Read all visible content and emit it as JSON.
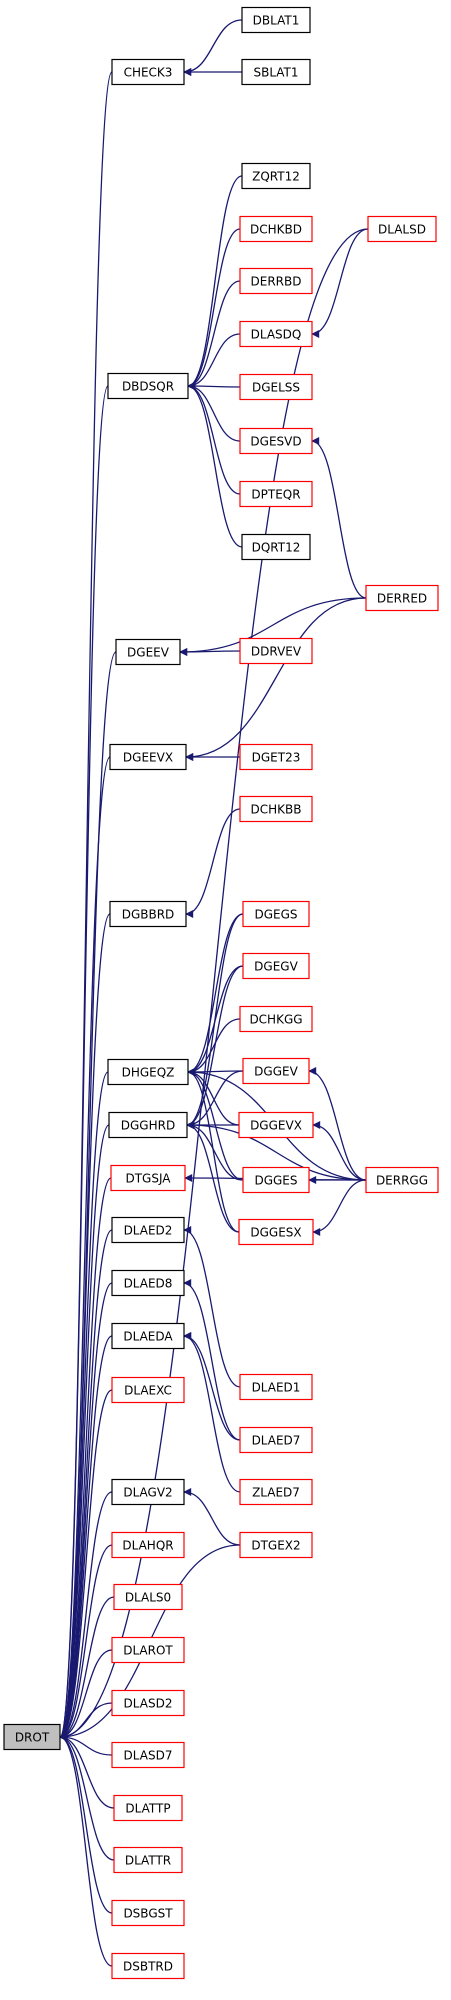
{
  "colors": {
    "edge": "#191970",
    "arrow": "#191970",
    "documented_border": "#000000",
    "undocumented_border": "#ff0000",
    "root_fill": "#bfbfbf"
  },
  "nodes": [
    {
      "id": "DROT",
      "label": "DROT",
      "style": "root"
    },
    {
      "id": "CHECK3",
      "label": "CHECK3",
      "style": "documented"
    },
    {
      "id": "DBLAT1",
      "label": "DBLAT1",
      "style": "documented"
    },
    {
      "id": "SBLAT1",
      "label": "SBLAT1",
      "style": "documented"
    },
    {
      "id": "ZQRT12",
      "label": "ZQRT12",
      "style": "documented"
    },
    {
      "id": "DCHKBD",
      "label": "DCHKBD",
      "style": "undocumented"
    },
    {
      "id": "DLALSD",
      "label": "DLALSD",
      "style": "undocumented"
    },
    {
      "id": "DERRBD",
      "label": "DERRBD",
      "style": "undocumented"
    },
    {
      "id": "DLASDQ",
      "label": "DLASDQ",
      "style": "undocumented"
    },
    {
      "id": "DBDSQR",
      "label": "DBDSQR",
      "style": "documented"
    },
    {
      "id": "DGELSS",
      "label": "DGELSS",
      "style": "undocumented"
    },
    {
      "id": "DGESVD",
      "label": "DGESVD",
      "style": "undocumented"
    },
    {
      "id": "DPTEQR",
      "label": "DPTEQR",
      "style": "undocumented"
    },
    {
      "id": "DQRT12",
      "label": "DQRT12",
      "style": "documented"
    },
    {
      "id": "DERRED",
      "label": "DERRED",
      "style": "undocumented"
    },
    {
      "id": "DGEEV",
      "label": "DGEEV",
      "style": "documented"
    },
    {
      "id": "DDRVEV",
      "label": "DDRVEV",
      "style": "undocumented"
    },
    {
      "id": "DGEEVX",
      "label": "DGEEVX",
      "style": "documented"
    },
    {
      "id": "DGET23",
      "label": "DGET23",
      "style": "undocumented"
    },
    {
      "id": "DCHKBB",
      "label": "DCHKBB",
      "style": "undocumented"
    },
    {
      "id": "DGBBRD",
      "label": "DGBBRD",
      "style": "documented"
    },
    {
      "id": "DGEGS",
      "label": "DGEGS",
      "style": "undocumented"
    },
    {
      "id": "DGEGV",
      "label": "DGEGV",
      "style": "undocumented"
    },
    {
      "id": "DCHKGG",
      "label": "DCHKGG",
      "style": "undocumented"
    },
    {
      "id": "DHGEQZ",
      "label": "DHGEQZ",
      "style": "documented"
    },
    {
      "id": "DGGEV",
      "label": "DGGEV",
      "style": "undocumented"
    },
    {
      "id": "DGGHRD",
      "label": "DGGHRD",
      "style": "documented"
    },
    {
      "id": "DGGEVX",
      "label": "DGGEVX",
      "style": "undocumented"
    },
    {
      "id": "DTGSJA",
      "label": "DTGSJA",
      "style": "undocumented"
    },
    {
      "id": "DGGES",
      "label": "DGGES",
      "style": "undocumented"
    },
    {
      "id": "DERRGG",
      "label": "DERRGG",
      "style": "undocumented"
    },
    {
      "id": "DGGESX",
      "label": "DGGESX",
      "style": "undocumented"
    },
    {
      "id": "DLAED2",
      "label": "DLAED2",
      "style": "documented"
    },
    {
      "id": "DLAED8",
      "label": "DLAED8",
      "style": "documented"
    },
    {
      "id": "DLAEDA",
      "label": "DLAEDA",
      "style": "documented"
    },
    {
      "id": "DLAED1",
      "label": "DLAED1",
      "style": "undocumented"
    },
    {
      "id": "DLAEXC",
      "label": "DLAEXC",
      "style": "undocumented"
    },
    {
      "id": "DLAED7",
      "label": "DLAED7",
      "style": "undocumented"
    },
    {
      "id": "ZLAED7",
      "label": "ZLAED7",
      "style": "undocumented"
    },
    {
      "id": "DLAGV2",
      "label": "DLAGV2",
      "style": "documented"
    },
    {
      "id": "DTGEX2",
      "label": "DTGEX2",
      "style": "undocumented"
    },
    {
      "id": "DLAHQR",
      "label": "DLAHQR",
      "style": "undocumented"
    },
    {
      "id": "DLALS0",
      "label": "DLALS0",
      "style": "undocumented"
    },
    {
      "id": "DLAROT",
      "label": "DLAROT",
      "style": "undocumented"
    },
    {
      "id": "DLASD2",
      "label": "DLASD2",
      "style": "undocumented"
    },
    {
      "id": "DLASD7",
      "label": "DLASD7",
      "style": "undocumented"
    },
    {
      "id": "DLATTP",
      "label": "DLATTP",
      "style": "undocumented"
    },
    {
      "id": "DLATTR",
      "label": "DLATTR",
      "style": "undocumented"
    },
    {
      "id": "DSBGST",
      "label": "DSBGST",
      "style": "undocumented"
    },
    {
      "id": "DSBTRD",
      "label": "DSBTRD",
      "style": "undocumented"
    }
  ],
  "edges": [
    {
      "from": "DROT",
      "to": "CHECK3"
    },
    {
      "from": "CHECK3",
      "to": "DBLAT1"
    },
    {
      "from": "CHECK3",
      "to": "SBLAT1"
    },
    {
      "from": "DROT",
      "to": "DLALSD"
    },
    {
      "from": "DROT",
      "to": "DBDSQR"
    },
    {
      "from": "DBDSQR",
      "to": "ZQRT12"
    },
    {
      "from": "DBDSQR",
      "to": "DCHKBD"
    },
    {
      "from": "DBDSQR",
      "to": "DERRBD"
    },
    {
      "from": "DBDSQR",
      "to": "DLASDQ"
    },
    {
      "from": "DBDSQR",
      "to": "DGELSS"
    },
    {
      "from": "DBDSQR",
      "to": "DGESVD"
    },
    {
      "from": "DBDSQR",
      "to": "DPTEQR"
    },
    {
      "from": "DBDSQR",
      "to": "DQRT12"
    },
    {
      "from": "DLASDQ",
      "to": "DLALSD"
    },
    {
      "from": "DGESVD",
      "to": "DERRED"
    },
    {
      "from": "DROT",
      "to": "DGEEV"
    },
    {
      "from": "DGEEV",
      "to": "DERRED"
    },
    {
      "from": "DGEEV",
      "to": "DDRVEV"
    },
    {
      "from": "DROT",
      "to": "DGEEVX"
    },
    {
      "from": "DGEEVX",
      "to": "DERRED"
    },
    {
      "from": "DGEEVX",
      "to": "DGET23"
    },
    {
      "from": "DROT",
      "to": "DGBBRD"
    },
    {
      "from": "DGBBRD",
      "to": "DCHKBB"
    },
    {
      "from": "DROT",
      "to": "DHGEQZ"
    },
    {
      "from": "DHGEQZ",
      "to": "DGEGS"
    },
    {
      "from": "DHGEQZ",
      "to": "DGEGV"
    },
    {
      "from": "DHGEQZ",
      "to": "DCHKGG"
    },
    {
      "from": "DHGEQZ",
      "to": "DGGEV"
    },
    {
      "from": "DHGEQZ",
      "to": "DGGEVX"
    },
    {
      "from": "DHGEQZ",
      "to": "DGGES"
    },
    {
      "from": "DHGEQZ",
      "to": "DGGESX"
    },
    {
      "from": "DHGEQZ",
      "to": "DERRGG"
    },
    {
      "from": "DROT",
      "to": "DGGHRD"
    },
    {
      "from": "DGGHRD",
      "to": "DGEGS"
    },
    {
      "from": "DGGHRD",
      "to": "DGEGV"
    },
    {
      "from": "DGGHRD",
      "to": "DGGEV"
    },
    {
      "from": "DGGHRD",
      "to": "DGGEVX"
    },
    {
      "from": "DGGHRD",
      "to": "DGGES"
    },
    {
      "from": "DGGHRD",
      "to": "DGGESX"
    },
    {
      "from": "DGGHRD",
      "to": "DERRGG"
    },
    {
      "from": "DGGEV",
      "to": "DERRGG"
    },
    {
      "from": "DGGEVX",
      "to": "DERRGG"
    },
    {
      "from": "DGGES",
      "to": "DERRGG"
    },
    {
      "from": "DGGESX",
      "to": "DERRGG"
    },
    {
      "from": "DROT",
      "to": "DTGSJA"
    },
    {
      "from": "DTGSJA",
      "to": "DERRGG"
    },
    {
      "from": "DROT",
      "to": "DLAED2"
    },
    {
      "from": "DLAED2",
      "to": "DLAED1"
    },
    {
      "from": "DROT",
      "to": "DLAED8"
    },
    {
      "from": "DLAED8",
      "to": "DLAED7"
    },
    {
      "from": "DROT",
      "to": "DLAEDA"
    },
    {
      "from": "DLAEDA",
      "to": "DLAED7"
    },
    {
      "from": "DLAEDA",
      "to": "ZLAED7"
    },
    {
      "from": "DROT",
      "to": "DLAEXC"
    },
    {
      "from": "DROT",
      "to": "DTGEX2"
    },
    {
      "from": "DROT",
      "to": "DLAGV2"
    },
    {
      "from": "DLAGV2",
      "to": "DTGEX2"
    },
    {
      "from": "DROT",
      "to": "DLAHQR"
    },
    {
      "from": "DROT",
      "to": "DLALS0"
    },
    {
      "from": "DROT",
      "to": "DLAROT"
    },
    {
      "from": "DROT",
      "to": "DLASD2"
    },
    {
      "from": "DROT",
      "to": "DLASD7"
    },
    {
      "from": "DROT",
      "to": "DLATTP"
    },
    {
      "from": "DROT",
      "to": "DLATTR"
    },
    {
      "from": "DROT",
      "to": "DSBGST"
    },
    {
      "from": "DROT",
      "to": "DSBTRD"
    }
  ]
}
